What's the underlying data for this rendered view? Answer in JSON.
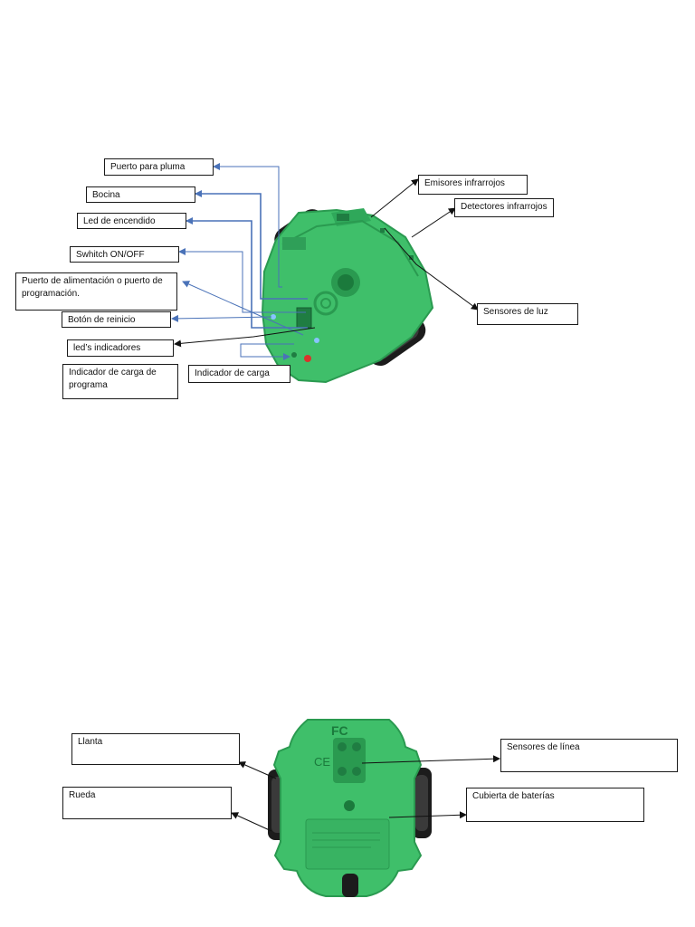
{
  "diagram_top": {
    "labels": {
      "puerto_pluma": "Puerto para pluma",
      "bocina": "Bocina",
      "led_encendido": "Led de encendido",
      "switch": "Swhitch ON/OFF",
      "puerto_alimentacion": "Puerto de alimentación o puerto de programación.",
      "boton_reinicio": "Botón de reinicio",
      "leds_indicadores": "led’s indicadores",
      "indicador_carga_programa": "Indicador de carga de programa",
      "indicador_carga": "Indicador de carga",
      "emisores": "Emisores infrarrojos",
      "detectores": "Detectores infrarrojos",
      "sensores_luz": "Sensores de luz"
    }
  },
  "diagram_bottom": {
    "labels": {
      "llanta": "Llanta",
      "rueda": "Rueda",
      "sensores_linea": "Sensores de línea",
      "cubierta_baterias": "Cubierta de baterías"
    }
  },
  "colors": {
    "robot_green": "#3fbf6a",
    "robot_dark": "#2a9a50",
    "arrow_blue": "#4a72b8",
    "arrow_black": "#111111"
  }
}
